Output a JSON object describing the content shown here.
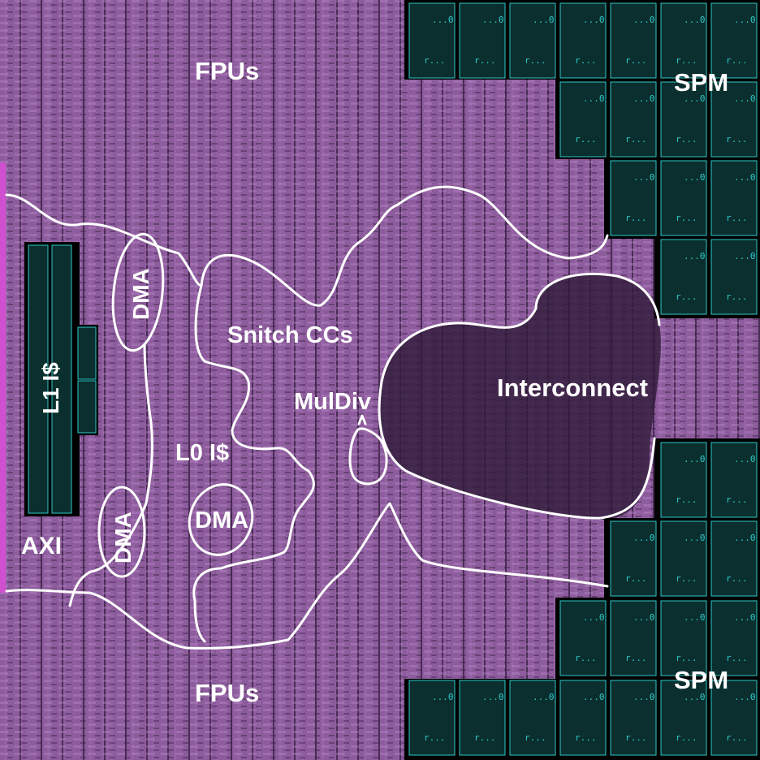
{
  "labels": {
    "fpus_top": "FPUs",
    "fpus_bottom": "FPUs",
    "spm_top": "SPM",
    "spm_bottom": "SPM",
    "l1_icache": "L1 I$",
    "dma_upper_left": "DMA",
    "dma_lower_left": "DMA",
    "dma_center": "DMA",
    "snitch_ccs": "Snitch CCs",
    "muldiv": "MulDiv",
    "l0_icache": "L0 I$",
    "interconnect": "Interconnect",
    "axi": "AXI"
  },
  "macro_text": {
    "top": "...0",
    "bottom": "r..."
  },
  "colors": {
    "die": "#8a5a9a",
    "die_dark": "#3a2244",
    "stripe": "#5e3a6c",
    "macro_fill": "#0b2f2e",
    "macro_border": "#2ec8c8",
    "outline": "#ffffff",
    "pin_edge": "#d050d0"
  }
}
